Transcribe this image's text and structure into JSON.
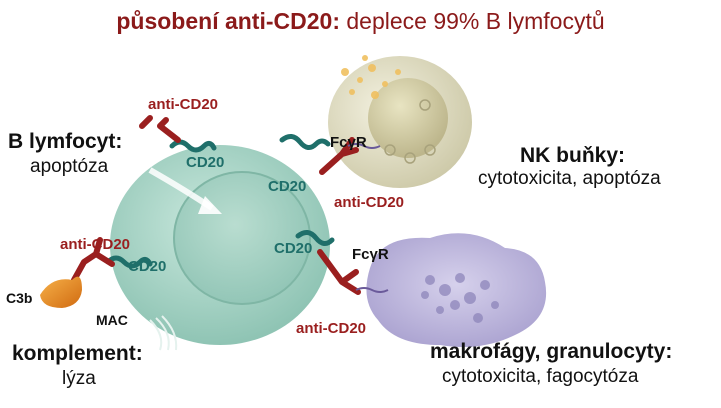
{
  "title": {
    "bold": "působení anti-CD20:",
    "normal": "deplece 99% B lymfocytů"
  },
  "b_cell": {
    "heading": "B lymfocyt:",
    "subtitle": "apoptóza"
  },
  "nk_cell": {
    "heading": "NK buňky:",
    "subtitle": "cytotoxicita, apoptóza"
  },
  "complement": {
    "heading": "komplement:",
    "subtitle": "lýza"
  },
  "macrophage": {
    "heading": "makrofágy, granulocyty:",
    "subtitle": "cytotoxicita, fagocytóza"
  },
  "molecules": {
    "anti_cd20": "anti-CD20",
    "cd20": "CD20",
    "fcgr": "FcγR",
    "c3b": "C3b",
    "mac": "MAC"
  },
  "colors": {
    "title_red": "#8b1a1a",
    "antibody_red": "#9a1f1f",
    "cd20_teal": "#1f6f6a",
    "b_cell_fill": "#a9d6c8",
    "nk_cell_fill": "#e6e3c9",
    "macrophage_fill": "#c5bfe0",
    "c3b_orange": "#e68a1e"
  }
}
